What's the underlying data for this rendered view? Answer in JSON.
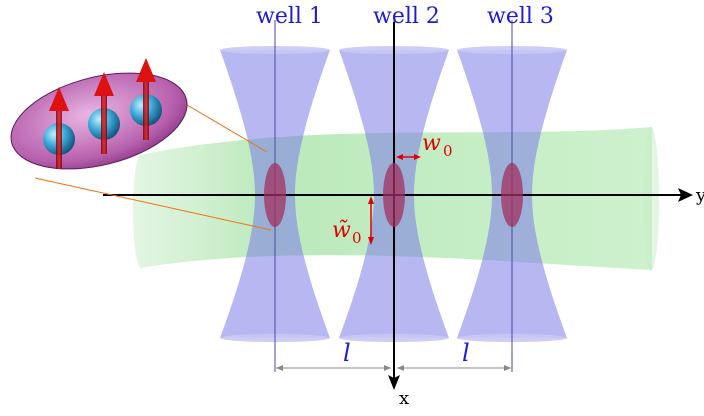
{
  "wells": [
    {
      "label": "well 1"
    },
    {
      "label": "well 2"
    },
    {
      "label": "well 3"
    }
  ],
  "axes": {
    "y_label": "y",
    "x_label": "x"
  },
  "annotations": {
    "waist_horizontal": "w",
    "waist_horizontal_sub": "0",
    "waist_vertical": "w̃",
    "waist_vertical_sub": "0",
    "spacing_left": "l",
    "spacing_right": "l"
  },
  "colors": {
    "well_beam": "#7c7ce8",
    "guide_beam": "#9ee09e",
    "atom_cloud": "#a2305e",
    "inset_ellipse": "#b860b0",
    "atom_sphere": "#3aa8d8",
    "spin_arrow": "#dd1111",
    "label_blue": "#1c1cd4",
    "label_red": "#e00000"
  },
  "icons": [
    "atom-sphere-icon",
    "spin-up-arrow-icon"
  ]
}
